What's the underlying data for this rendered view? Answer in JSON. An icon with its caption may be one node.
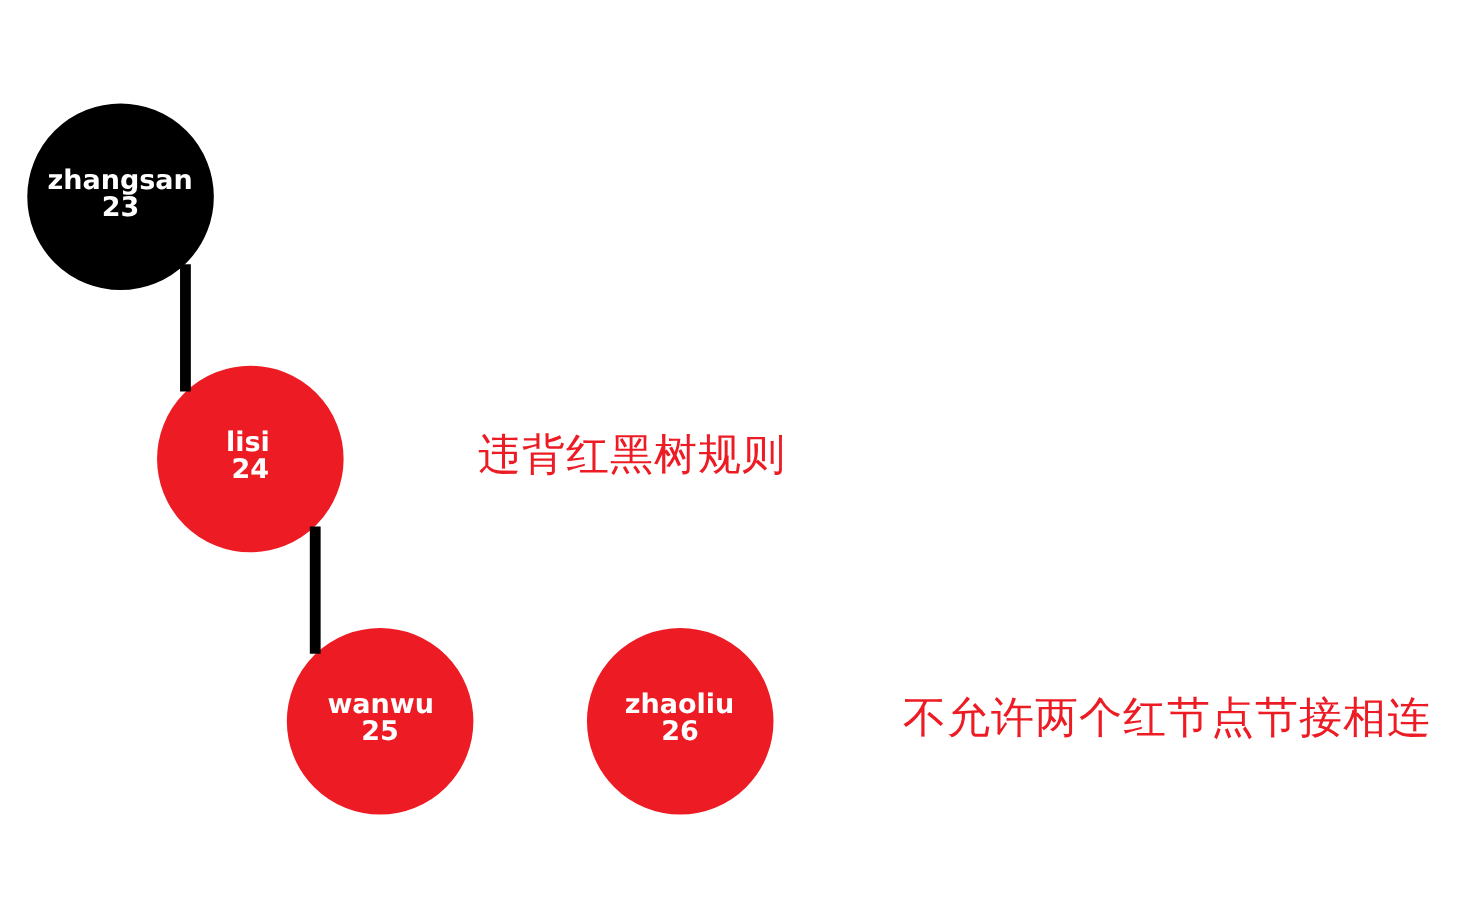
{
  "diagram": {
    "nodes": [
      {
        "text": [
          "zhangsan",
          "23"
        ]
      },
      {
        "text": [
          "lisi",
          "24"
        ]
      },
      {
        "text": [
          "wanwu",
          "25"
        ]
      },
      {
        "text": [
          "zhaoliu",
          "26"
        ]
      }
    ],
    "edges": [
      {
        "from": 0,
        "to": 1,
        "arrow": "none"
      },
      {
        "from": 1,
        "to": 2,
        "arrow": "none"
      }
    ],
    "labels": [
      "违背红黑树规则",
      "不允许两个红节点节接相连"
    ]
  }
}
